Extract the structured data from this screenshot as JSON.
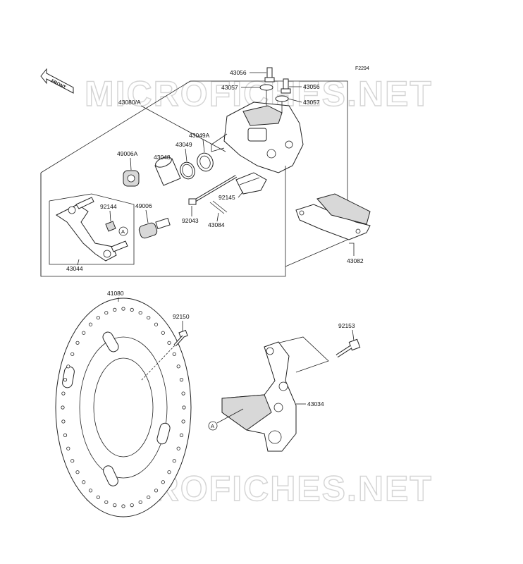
{
  "figure_code": "F2294",
  "front_label": "FRONT",
  "watermark": "MICROFICHES.NET",
  "callout_a": "A",
  "parts": {
    "p43080A": "43080/A",
    "p43056a": "43056",
    "p43056b": "43056",
    "p43057a": "43057",
    "p43057b": "43057",
    "p43049A": "43049A",
    "p43049": "43049",
    "p43048": "43048",
    "p49006A": "49006A",
    "p49006": "49006",
    "p92144": "92144",
    "p92145": "92145",
    "p92043": "92043",
    "p43084": "43084",
    "p43044": "43044",
    "p43082": "43082",
    "p41080": "41080",
    "p92150": "92150",
    "p92153": "92153",
    "p43034": "43034"
  },
  "colors": {
    "line": "#222222",
    "watermark": "#d4d4d4",
    "background": "#ffffff"
  }
}
